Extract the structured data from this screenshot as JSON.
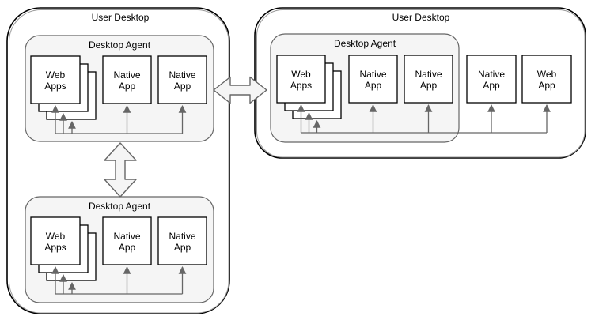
{
  "left_desktop": {
    "title": "User Desktop",
    "agents": [
      {
        "title": "Desktop Agent",
        "web_apps": [
          "Web",
          "Apps"
        ],
        "native_app_1": [
          "Native",
          "App"
        ],
        "native_app_2": [
          "Native",
          "App"
        ]
      },
      {
        "title": "Desktop Agent",
        "web_apps": [
          "Web",
          "Apps"
        ],
        "native_app_1": [
          "Native",
          "App"
        ],
        "native_app_2": [
          "Native",
          "App"
        ]
      }
    ]
  },
  "right_desktop": {
    "title": "User Desktop",
    "agent": {
      "title": "Desktop Agent",
      "web_apps": [
        "Web",
        "Apps"
      ],
      "native_app_1": [
        "Native",
        "App"
      ],
      "native_app_2": [
        "Native",
        "App"
      ]
    },
    "standalone_native_app": [
      "Native",
      "App"
    ],
    "standalone_web_app": [
      "Web",
      "App"
    ]
  },
  "icons": {
    "horizontal_sync": "double-headed-arrow",
    "vertical_sync": "double-headed-arrow",
    "connector": "up-arrow"
  },
  "colors": {
    "desktop_fill": "#ffffff",
    "desktop_border": "#000000",
    "desktop_border_echo": "#999999",
    "agent_fill": "#f5f5f5",
    "agent_border": "#666666",
    "app_box_fill": "#ffffff",
    "app_box_border": "#000000",
    "connector": "#666666",
    "sync_arrow_fill": "#f5f5f5",
    "sync_arrow_border": "#666666"
  }
}
